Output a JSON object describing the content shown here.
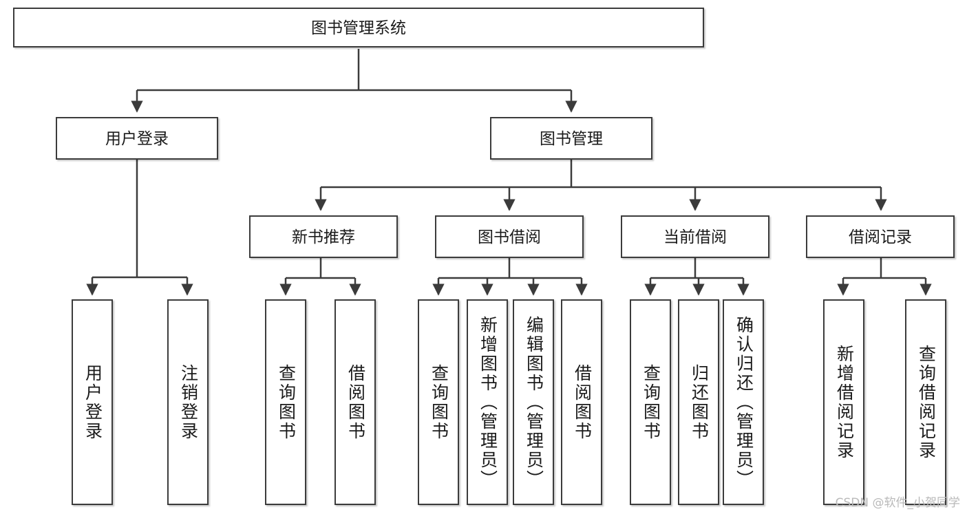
{
  "diagram": {
    "title": "图书管理系统",
    "watermark": "CSDN @软件_小贺同学",
    "colors": {
      "stroke": "#3b3b3b",
      "fill": "#ffffff",
      "text": "#1a1a1a",
      "watermark": "#b9b9b9"
    },
    "nodes": {
      "root": {
        "label": "图书管理系统"
      },
      "level2": [
        {
          "label": "用户登录"
        },
        {
          "label": "图书管理"
        }
      ],
      "level3": [
        {
          "label": "新书推荐"
        },
        {
          "label": "图书借阅"
        },
        {
          "label": "当前借阅"
        },
        {
          "label": "借阅记录"
        }
      ],
      "leaves": {
        "user_login": [
          {
            "label": "用户登录"
          },
          {
            "label": "注销登录"
          }
        ],
        "new_book_recommend": [
          {
            "label": "查询图书"
          },
          {
            "label": "借阅图书"
          }
        ],
        "book_borrow": [
          {
            "label": "查询图书"
          },
          {
            "label": "新增图书（管理员）"
          },
          {
            "label": "编辑图书（管理员）"
          },
          {
            "label": "借阅图书"
          }
        ],
        "current_borrow": [
          {
            "label": "查询图书"
          },
          {
            "label": "归还图书"
          },
          {
            "label": "确认归还（管理员）"
          }
        ],
        "borrow_record": [
          {
            "label": "新增借阅记录"
          },
          {
            "label": "查询借阅记录"
          }
        ]
      }
    }
  }
}
